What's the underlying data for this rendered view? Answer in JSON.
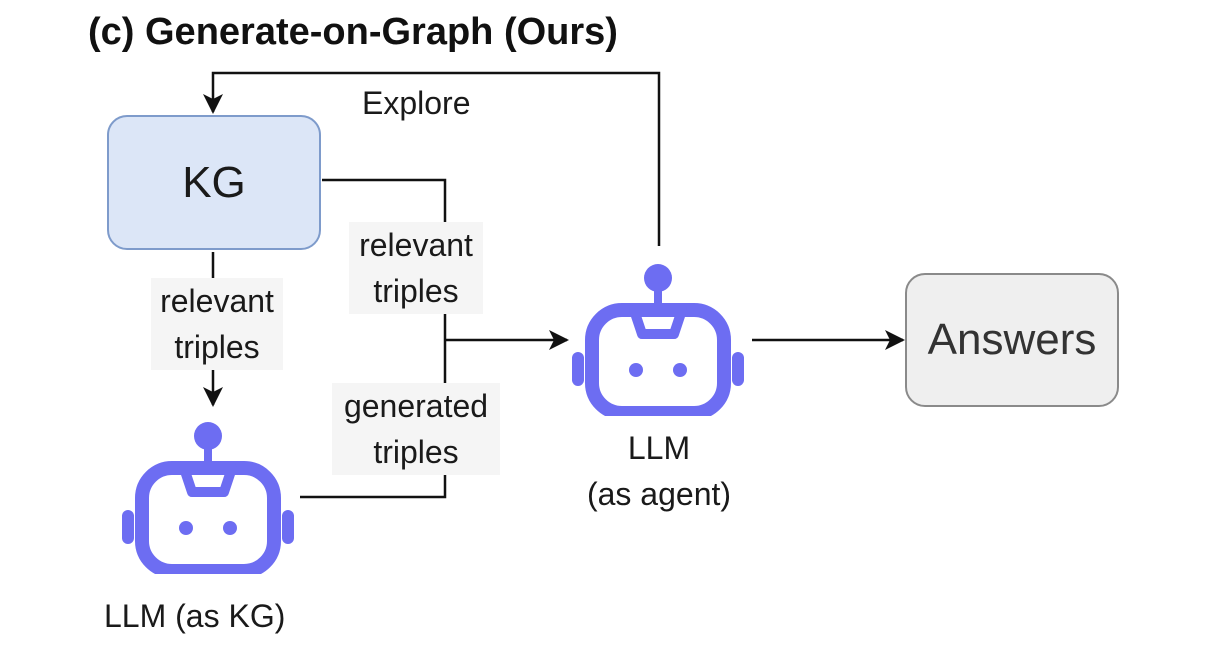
{
  "title": "(c) Generate-on-Graph (Ours)",
  "colors": {
    "kg_fill": "#dce6f7",
    "kg_border": "#7e9bcb",
    "answers_fill": "#efefef",
    "answers_border": "#8a8a8a",
    "robot": "#6d6df2",
    "line": "#111111"
  },
  "nodes": {
    "kg": "KG",
    "answers": "Answers",
    "llm_agent_line1": "LLM",
    "llm_agent_line2": "(as agent)",
    "llm_kg": "LLM (as KG)"
  },
  "edges": {
    "explore": "Explore",
    "kg_to_agent_line1": "relevant",
    "kg_to_agent_line2": "triples",
    "kg_to_llmkg_line1": "relevant",
    "kg_to_llmkg_line2": "triples",
    "llmkg_to_agent_line1": "generated",
    "llmkg_to_agent_line2": "triples"
  },
  "icons": {
    "agent": "robot-icon",
    "kg_llm": "robot-icon"
  }
}
